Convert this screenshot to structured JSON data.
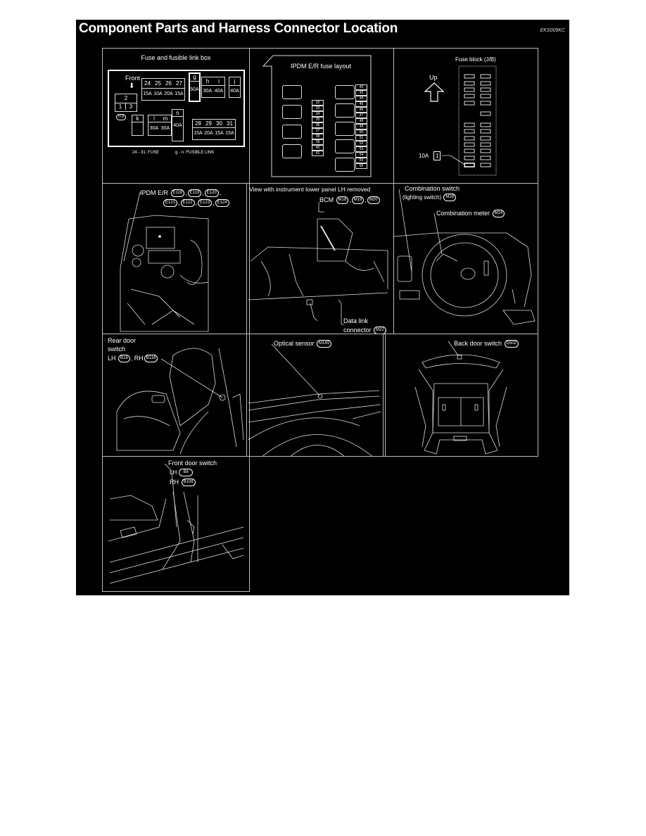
{
  "header": {
    "title": "Component Parts and Harness Connector Location",
    "code": "EKS009KC"
  },
  "fuse_link_box": {
    "title": "Fuse and fusible link box",
    "front_label": "Front",
    "relay_numbers": [
      "2",
      "1",
      "3"
    ],
    "connector": "H-9",
    "fuses_top": [
      {
        "num": "24",
        "amp": "15A"
      },
      {
        "num": "25",
        "amp": "10A"
      },
      {
        "num": "26",
        "amp": "20A"
      },
      {
        "num": "27",
        "amp": "15A"
      }
    ],
    "links_top": [
      {
        "id": "g",
        "amp": "50A"
      },
      {
        "id": "h",
        "amp": "30A"
      },
      {
        "id": "i",
        "amp": "40A"
      },
      {
        "id": "j",
        "amp": "40A"
      }
    ],
    "links_bottom": [
      {
        "id": "k",
        "amp": ""
      },
      {
        "id": "l",
        "amp": "30A"
      },
      {
        "id": "m",
        "amp": "30A"
      },
      {
        "id": "n",
        "amp": "40A"
      }
    ],
    "fuses_bottom": [
      {
        "num": "28",
        "amp": "15A"
      },
      {
        "num": "29",
        "amp": "20A"
      },
      {
        "num": "30",
        "amp": "15A"
      },
      {
        "num": "31",
        "amp": "15A"
      }
    ],
    "legend_fuse": "24 - 31: FUSE",
    "legend_link": "g - n: FUSIBLE LINK"
  },
  "ipdm_layout": {
    "title": "IPDM E/R fuse layout",
    "left_fuses": [
      "32",
      "33",
      "34",
      "35",
      "36",
      "37",
      "38",
      "39",
      "40",
      "41"
    ],
    "right_fuses": [
      "42",
      "43",
      "44",
      "45",
      "46",
      "47",
      "48",
      "49",
      "50",
      "51",
      "52",
      "53",
      "54",
      "55",
      "56"
    ]
  },
  "fuse_block": {
    "title": "Fuse block (J/B)",
    "up_label": "Up",
    "callout_amp": "10A",
    "callout_num": "1"
  },
  "ipdm_location": {
    "label": "IPDM E/R",
    "connectors": [
      "E118",
      "E119",
      "E120",
      "E121",
      "E122",
      "E123",
      "E124"
    ]
  },
  "bcm_view": {
    "title": "View with instrument lower panel LH removed",
    "bcm_label": "BCM",
    "bcm_connectors": [
      "M18",
      "M19",
      "M20"
    ],
    "dlc_label_1": "Data link",
    "dlc_label_2": "connector",
    "dlc_connector": "M22"
  },
  "steering_view": {
    "combo_switch_1": "Combination switch",
    "combo_switch_2": "(lighting switch)",
    "combo_switch_conn": "M28",
    "combo_meter": "Combination meter",
    "combo_meter_conn": "M24"
  },
  "rear_door": {
    "label_1": "Rear door",
    "label_2": "switch",
    "lh": "LH",
    "lh_conn": "B18",
    "rh": "RH",
    "rh_conn": "B116"
  },
  "optical": {
    "label": "Optical sensor",
    "conn": "M145"
  },
  "back_door": {
    "label": "Back door switch",
    "conn": "D502"
  },
  "front_door": {
    "label": "Front door switch",
    "lh": "LH",
    "lh_conn": "B8",
    "rh": "RH",
    "rh_conn": "B108"
  }
}
